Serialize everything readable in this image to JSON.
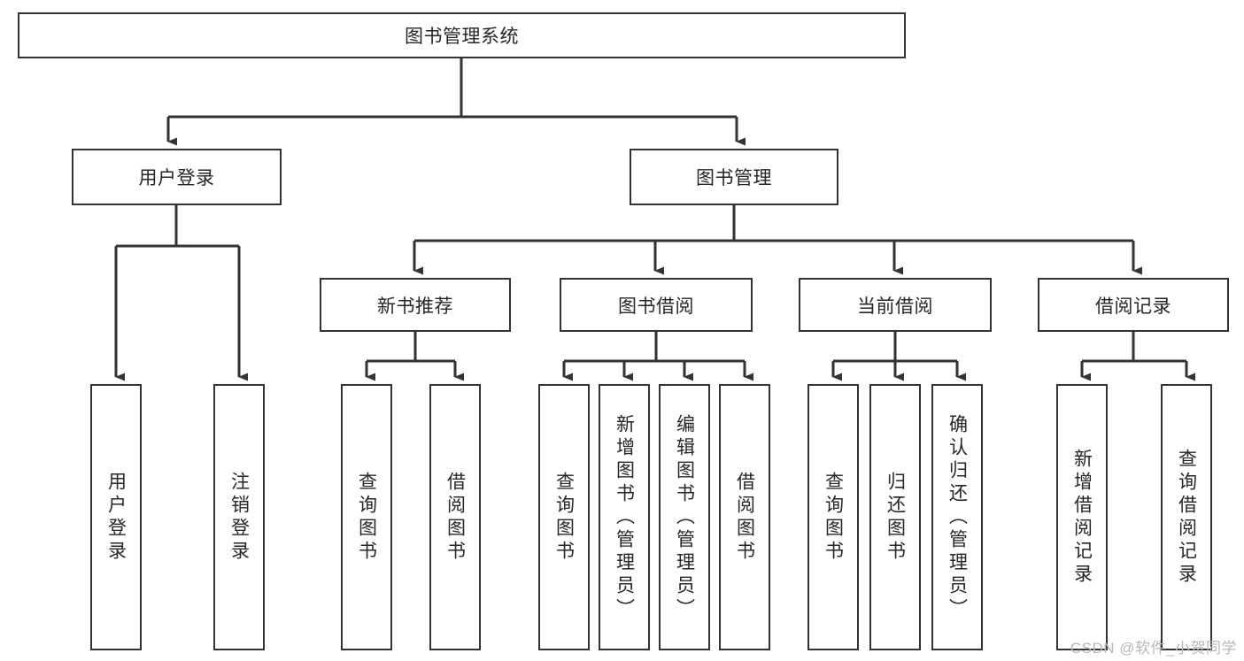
{
  "diagram": {
    "title": "图书管理系统",
    "type": "functional-structure-tree",
    "colors": {
      "node_border": "#333333",
      "node_fill": "#ffffff",
      "edge": "#333333",
      "text": "#262626",
      "watermark": "#b8b8b8",
      "background": "#ffffff"
    }
  },
  "root": {
    "label": "图书管理系统"
  },
  "level2": [
    {
      "id": "user-login",
      "label": "用户登录"
    },
    {
      "id": "book-management",
      "label": "图书管理"
    }
  ],
  "level3": [
    {
      "id": "new-book-recommend",
      "label": "新书推荐"
    },
    {
      "id": "book-borrow",
      "label": "图书借阅"
    },
    {
      "id": "current-borrow",
      "label": "当前借阅"
    },
    {
      "id": "borrow-record",
      "label": "借阅记录"
    }
  ],
  "leaves": {
    "user_login": [
      {
        "id": "leaf-user-login",
        "label": "用户登录"
      },
      {
        "id": "leaf-logout",
        "label": "注销登录"
      }
    ],
    "new_book_recommend": [
      {
        "id": "leaf-query-book-1",
        "label": "查询图书"
      },
      {
        "id": "leaf-borrow-book-1",
        "label": "借阅图书"
      }
    ],
    "book_borrow": [
      {
        "id": "leaf-query-book-2",
        "label": "查询图书"
      },
      {
        "id": "leaf-add-book",
        "label": "新增图书（管理员）"
      },
      {
        "id": "leaf-edit-book",
        "label": "编辑图书（管理员）"
      },
      {
        "id": "leaf-borrow-book-2",
        "label": "借阅图书"
      }
    ],
    "current_borrow": [
      {
        "id": "leaf-query-book-3",
        "label": "查询图书"
      },
      {
        "id": "leaf-return-book",
        "label": "归还图书"
      },
      {
        "id": "leaf-confirm-return",
        "label": "确认归还（管理员）"
      }
    ],
    "borrow_record": [
      {
        "id": "leaf-add-record",
        "label": "新增借阅记录"
      },
      {
        "id": "leaf-query-record",
        "label": "查询借阅记录"
      }
    ]
  },
  "watermark": {
    "text": "CSDN @软件_小贺同学"
  }
}
